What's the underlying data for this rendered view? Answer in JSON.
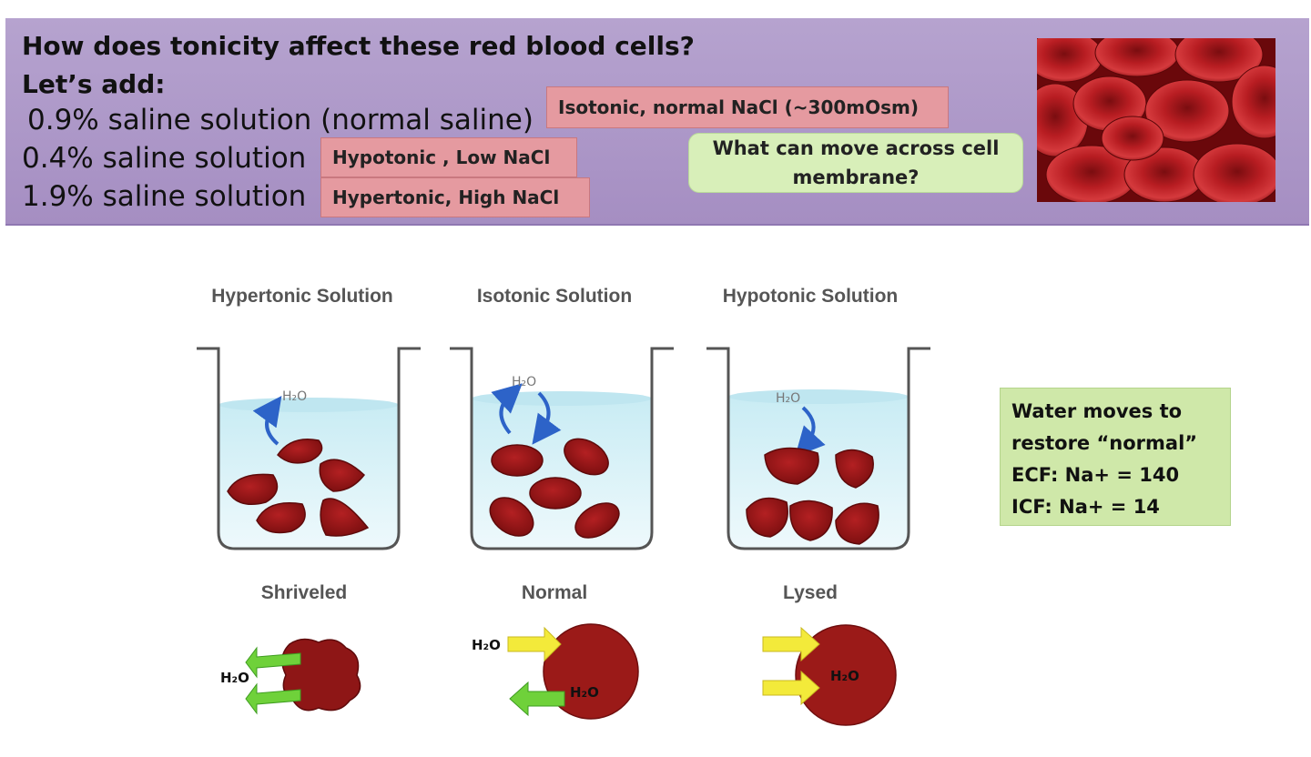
{
  "header": {
    "title": "How does tonicity affect these red blood cells?",
    "lets_add": "Let’s add:",
    "solutions": [
      {
        "label": "0.9% saline solution (normal saline)",
        "tag": "Isotonic, normal NaCl (~300mOsm)"
      },
      {
        "label": "0.4% saline solution",
        "tag": "Hypotonic , Low NaCl"
      },
      {
        "label": "1.9% saline solution",
        "tag": "Hypertonic,  High NaCl"
      }
    ],
    "question": "What can move across cell membrane?"
  },
  "beakers": [
    {
      "title": "Hypertonic Solution",
      "state": "Shriveled"
    },
    {
      "title": "Isotonic Solution",
      "state": "Normal"
    },
    {
      "title": "Hypotonic Solution",
      "state": "Lysed"
    }
  ],
  "water_label": "H₂O",
  "note": {
    "lines": [
      "Water moves to",
      "restore “normal”",
      "ECF: Na+ = 140",
      "ICF: Na+ = 14"
    ]
  },
  "colors": {
    "banner": "#ad97c8",
    "pink_tag": "#e59aa0",
    "green_box": "#d8efb9",
    "cell_red": "#8e1616",
    "water": "#d6f1f7",
    "arrow_blue": "#2d63c8",
    "arrow_green": "#6fd13a",
    "arrow_yellow": "#f3ea3a"
  }
}
